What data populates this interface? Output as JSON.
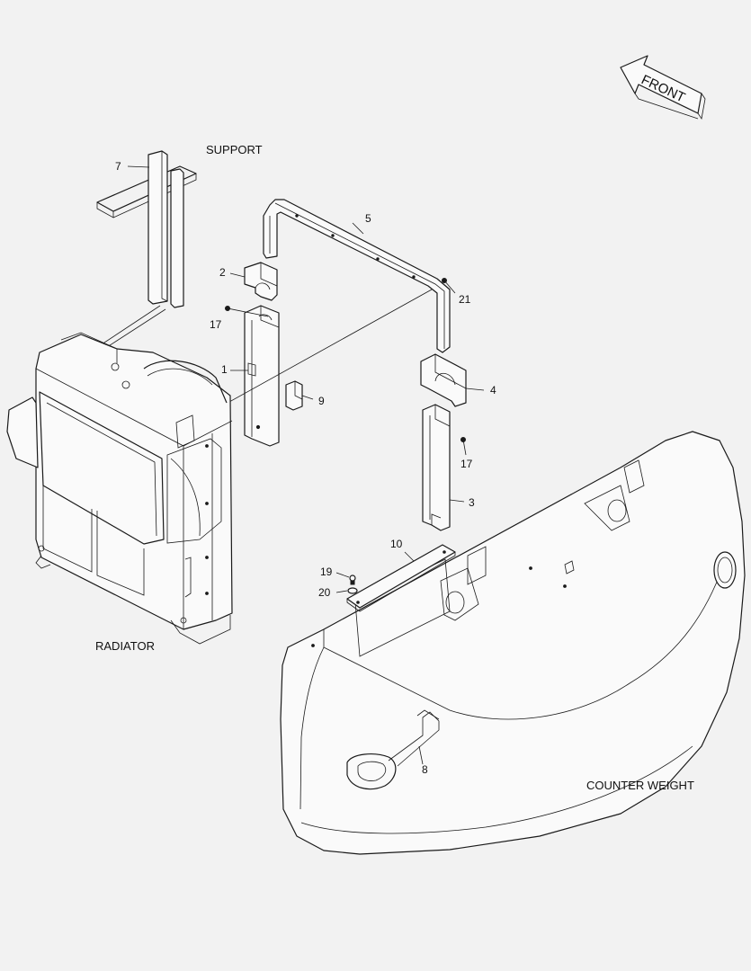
{
  "front_arrow": {
    "label": "FRONT"
  },
  "section_labels": {
    "support": "SUPPORT",
    "radiator": "RADIATOR",
    "counter_weight": "COUNTER WEIGHT"
  },
  "callouts": {
    "p1": "1",
    "p2": "2",
    "p3": "3",
    "p4": "4",
    "p5": "5",
    "p7": "7",
    "p8": "8",
    "p9": "9",
    "p10": "10",
    "p17a": "17",
    "p17b": "17",
    "p19": "19",
    "p20": "20",
    "p21": "21"
  }
}
